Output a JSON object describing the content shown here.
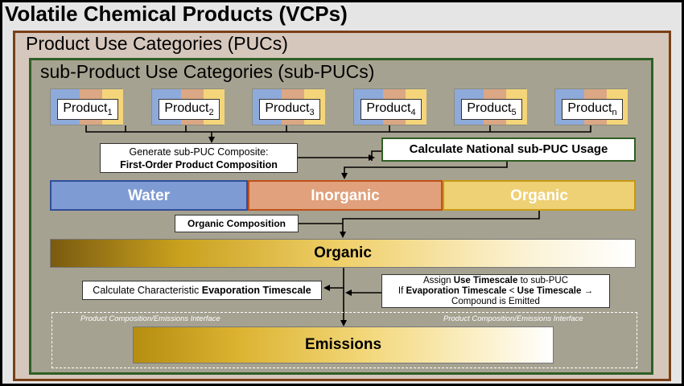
{
  "title": "Volatile Chemical Products (VCPs)",
  "puc_title": "Product Use Categories (PUCs)",
  "subpuc_title": "sub-Product Use Categories (sub-PUCs)",
  "products": [
    {
      "base": "Product",
      "sub": "1"
    },
    {
      "base": "Product",
      "sub": "2"
    },
    {
      "base": "Product",
      "sub": "3"
    },
    {
      "base": "Product",
      "sub": "4"
    },
    {
      "base": "Product",
      "sub": "5"
    },
    {
      "base": "Product",
      "sub": "n"
    }
  ],
  "generate": {
    "line1": "Generate sub-PUC Composite:",
    "line2": "First-Order Product Composition"
  },
  "national_usage": "Calculate National sub-PUC Usage",
  "bars": {
    "water": "Water",
    "inorganic": "Inorganic",
    "organic": "Organic"
  },
  "organic_composition": "Organic Composition",
  "organic_big": "Organic",
  "evaporation": {
    "prefix": "Calculate Characteristic ",
    "bold": "Evaporation Timescale"
  },
  "assign": {
    "l1_prefix": "Assign ",
    "l1_bold": "Use Timescale",
    "l1_suffix": " to sub-PUC",
    "l2_prefix": "If ",
    "l2_bold1": "Evaporation Timescale",
    "l2_mid": " < ",
    "l2_bold2": "Use Timescale",
    "l2_suffix": " →",
    "l3": "Compound is Emitted"
  },
  "interface_label_left": "Product Composition/Emissions Interface",
  "interface_label_right": "Product Composition/Emissions Interface",
  "emissions": "Emissions",
  "colors": {
    "water": "#7f9bd3",
    "inorganic": "#e0a17c",
    "organic": "#eed075",
    "puc_border": "#7a3f17",
    "subpuc_border": "#2f5f25"
  }
}
